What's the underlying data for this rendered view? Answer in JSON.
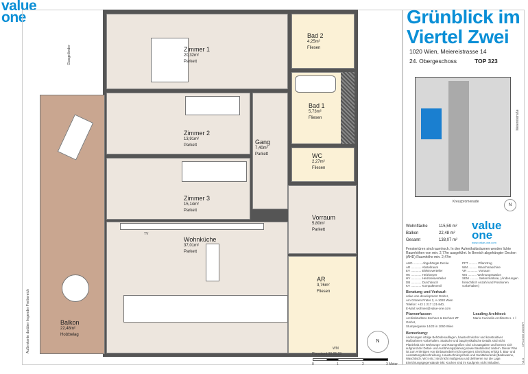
{
  "logo": {
    "line1": "value",
    "line2": "one"
  },
  "project": {
    "title1": "Grünblick im",
    "title2": "Viertel Zwei",
    "address": "1020 Wien, Meiereistrasse 14",
    "floor": "24. Obergeschoss",
    "top": "TOP 323"
  },
  "rooms": [
    {
      "name": "Zimmer 1",
      "area": "20,32m²",
      "floor": "Parkett"
    },
    {
      "name": "Bad 2",
      "area": "4,25m²",
      "floor": "Fliesen"
    },
    {
      "name": "Bad 1",
      "area": "5,73m²",
      "floor": "Fliesen"
    },
    {
      "name": "Zimmer 2",
      "area": "13,91m²",
      "floor": "Parkett"
    },
    {
      "name": "Gang",
      "area": "7,40m²",
      "floor": "Parkett"
    },
    {
      "name": "WC",
      "area": "2,27m²",
      "floor": "Fliesen"
    },
    {
      "name": "Zimmer 3",
      "area": "15,14m²",
      "floor": "Parkett"
    },
    {
      "name": "Vorraum",
      "area": "5,80m²",
      "floor": "Parkett"
    },
    {
      "name": "Wohnküche",
      "area": "37,01m²",
      "floor": "Parkett"
    },
    {
      "name": "AR",
      "area": "3,76m²",
      "floor": "Fliesen"
    },
    {
      "name": "Balkon",
      "area": "22,48m²",
      "floor": "Holzbelag"
    }
  ],
  "plan_notes": {
    "glass_rail": "Glasgeländer",
    "balcony_note": "Außenkante darüber liegender Freibereich",
    "planstand": "Planstand 30.05.23",
    "scale": [
      "0",
      "1",
      "2",
      "3 Meter"
    ],
    "north": "N",
    "wm": "WM",
    "tv": "TV"
  },
  "keyplan": {
    "street1": "Meiereistraße",
    "street2": "Kreuzpromenade",
    "north": "N"
  },
  "areas": [
    {
      "label": "Wohnfläche",
      "value": "115,59 m²"
    },
    {
      "label": "Balkon",
      "value": "22,48 m²"
    },
    {
      "label": "Gesamt",
      "value": "138,07 m²"
    }
  ],
  "brand": {
    "line1": "value",
    "line2": "one",
    "url": "www.value-one.com"
  },
  "intro_note": "Fenstertüren sind raumhoch. In den Aufenthaltsräumen werden lichte Raumhöhen von min. 2,77m ausgeführt. In Bereich abgehängter Decken (AHD) Raumhöhe min. 2,47m",
  "legend_left": [
    "AHD .......... Abgehängte Decke",
    "AR ............ Abstellraum",
    "EV ............ Elektroverteiler",
    "HK ............ Heizkörper",
    "HV ............ Heizkreisverteiler",
    "DB ............ Durchbruch",
    "KV ............ Kompaktventil"
  ],
  "legend_right": [
    "PFT .......... Pflanztrog",
    "WM .......... Waschmaschine",
    "VR ............ Vorraum",
    "WS .......... Wohnungsstation",
    "SEM .......... Seitenmarkise, (Änderungen hinsichtlich Anzahl und Positionen vorbehalten)"
  ],
  "sales": {
    "heading": "Beratung und Verkauf:",
    "lines": [
      "value one development GmbH,",
      "Am Grünen Prater 2, A-1020 Wien",
      "Telefon: +43 1 217 121-840,",
      "E-Mail: wohnen@value-one.com"
    ]
  },
  "planner": {
    "heading": "Planverfasser:",
    "lines": [
      "Architekturbüro Zechner & Zechner ZT GmbH,",
      "Stumpergasse 14/23 in 1060 Wien"
    ]
  },
  "architect": {
    "heading": "Leading Architect:",
    "text": "Mario Cucinella Architects s. r. l"
  },
  "remarks": {
    "heading": "Bemerkung:",
    "text": "Änderungen infolge Behördenauflagen, haustechnischer und konstruktiver Maßnahmen vorbehalten. Statische und bauphysikalische Details sind nicht Planinhalt. Die Wohnungs- und Raumgrößen sind Circaangaben und können sich aufgrund der Detail- und Ausführungsplanung sowie Bautoleranz ändern. Dieser Plan ist zum Anfertigen von Einbaumöbeln nicht geeignet. Einrichtung erfolgt lt. Bau- und Ausstattungsbeschreibung. Haustechniksymbole und Sanitärkeramik (Badewanne, Waschtisch, Wc's etc.) sind nicht maßgenau und definieren nur die Lage. Einrichtungsgegenstände inkl. Küchen sind im Kaufpreis nicht inkludiert."
  },
  "side_codes": [
    "DPC/2305 2005/877",
    "V1.0"
  ],
  "colors": {
    "brand": "#0a8fd6",
    "room": "#ede6de",
    "bath": "#fbf1d6",
    "balcony": "#c9a690",
    "highlight": "#1a7fd0"
  }
}
